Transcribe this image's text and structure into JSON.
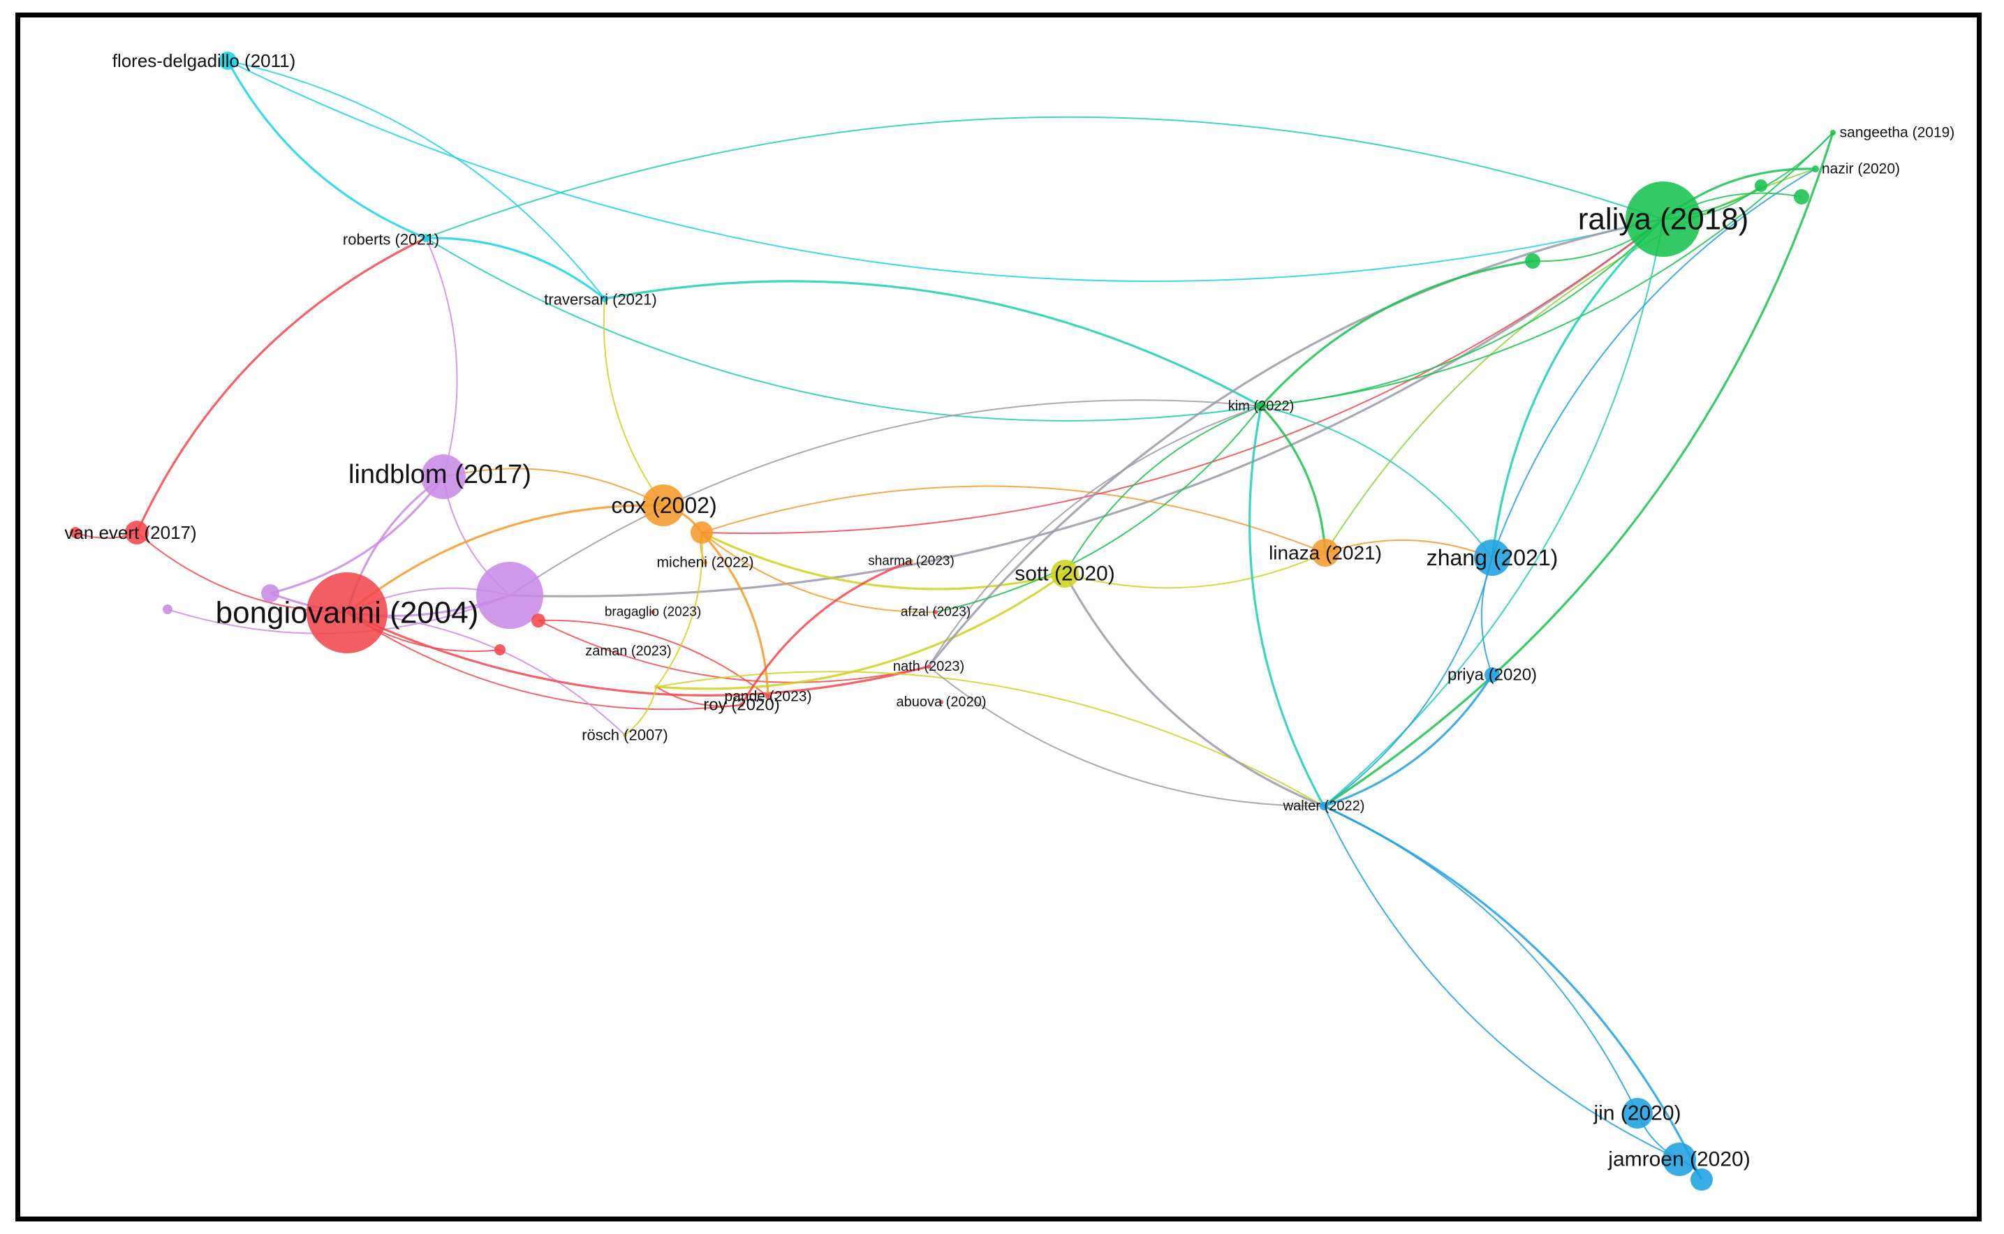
{
  "colors": {
    "red": "#f2474c",
    "purple": "#c98ae6",
    "orange": "#f59a2a",
    "yellow": "#cfd11f",
    "cyan": "#19d2e8",
    "teal": "#19cfb0",
    "green": "#17c24e",
    "blue": "#1fa0e0",
    "grey": "#9a9aa8",
    "lime": "#8fd13a"
  },
  "nodes": [
    {
      "id": "bongiovanni_2004",
      "label": "bongiovanni (2004)",
      "color": "red",
      "size": "xl"
    },
    {
      "id": "raliya_2018",
      "label": "raliya (2018)",
      "color": "green",
      "size": "l"
    },
    {
      "id": "lindblom_2017",
      "label": "lindblom (2017)",
      "color": "purple",
      "size": "m"
    },
    {
      "id": "cox_2002",
      "label": "cox (2002)",
      "color": "orange",
      "size": "m"
    },
    {
      "id": "van_evert_2017",
      "label": "van evert (2017)",
      "color": "red",
      "size": "s"
    },
    {
      "id": "flores_delgadillo_2011",
      "label": "flores-delgadillo (2011)",
      "color": "cyan",
      "size": "s"
    },
    {
      "id": "roberts_2021",
      "label": "roberts (2021)",
      "color": "cyan",
      "size": "xs"
    },
    {
      "id": "traversari_2021",
      "label": "traversari (2021)",
      "color": "cyan",
      "size": "xs"
    },
    {
      "id": "kim_2022",
      "label": "kim (2022)",
      "color": "green",
      "size": "xs"
    },
    {
      "id": "sangeetha_2019",
      "label": "sangeetha (2019)",
      "color": "green",
      "size": "xs"
    },
    {
      "id": "nazir_2020",
      "label": "nazir (2020)",
      "color": "green",
      "size": "xs"
    },
    {
      "id": "sott_2020",
      "label": "sott (2020)",
      "color": "yellow",
      "size": "s"
    },
    {
      "id": "linaza_2021",
      "label": "linaza (2021)",
      "color": "orange",
      "size": "s"
    },
    {
      "id": "zhang_2021",
      "label": "zhang (2021)",
      "color": "blue",
      "size": "m"
    },
    {
      "id": "priya_2020",
      "label": "priya (2020)",
      "color": "blue",
      "size": "xs"
    },
    {
      "id": "walter_2022",
      "label": "walter (2022)",
      "color": "blue",
      "size": "xs"
    },
    {
      "id": "jin_2020",
      "label": "jin (2020)",
      "color": "blue",
      "size": "s"
    },
    {
      "id": "jamroen_2020",
      "label": "jamroen (2020)",
      "color": "blue",
      "size": "s"
    },
    {
      "id": "micheni_2022",
      "label": "micheni (2022)",
      "color": "orange",
      "size": "xs"
    },
    {
      "id": "sharma_2023",
      "label": "sharma (2023)",
      "color": "orange",
      "size": "xs"
    },
    {
      "id": "afzal_2023",
      "label": "afzal (2023)",
      "color": "red",
      "size": "xs"
    },
    {
      "id": "bragaglio_2023",
      "label": "bragaglio (2023)",
      "color": "red",
      "size": "xs"
    },
    {
      "id": "zaman_2023",
      "label": "zaman (2023)",
      "color": "yellow",
      "size": "xs"
    },
    {
      "id": "roy_2020",
      "label": "roy (2020)",
      "color": "red",
      "size": "xs"
    },
    {
      "id": "nath_2023",
      "label": "nath (2023)",
      "color": "red",
      "size": "xs"
    },
    {
      "id": "pande_2023",
      "label": "pande (2023)",
      "color": "red",
      "size": "xs"
    },
    {
      "id": "abuova_2020",
      "label": "abuova (2020)",
      "color": "red",
      "size": "xs"
    },
    {
      "id": "rosch_2007",
      "label": "rösch (2007)",
      "color": "yellow",
      "size": "xs"
    },
    {
      "id": "purple_hub",
      "label": "",
      "color": "purple",
      "size": "m"
    },
    {
      "id": "purple_small_a",
      "label": "",
      "color": "purple",
      "size": "xs"
    },
    {
      "id": "purple_small_b",
      "label": "",
      "color": "purple",
      "size": "xs"
    },
    {
      "id": "orange_small",
      "label": "",
      "color": "orange",
      "size": "s"
    },
    {
      "id": "red_small_a",
      "label": "",
      "color": "red",
      "size": "xs"
    },
    {
      "id": "red_small_b",
      "label": "",
      "color": "red",
      "size": "xs"
    },
    {
      "id": "red_small_c",
      "label": "",
      "color": "red",
      "size": "xs"
    },
    {
      "id": "green_small_a",
      "label": "",
      "color": "green",
      "size": "xs"
    },
    {
      "id": "green_small_b",
      "label": "",
      "color": "green",
      "size": "xs"
    },
    {
      "id": "green_small_c",
      "label": "",
      "color": "green",
      "size": "xs"
    },
    {
      "id": "blue_small_end",
      "label": "",
      "color": "blue",
      "size": "xs"
    }
  ],
  "edges": [
    {
      "from": "flores_delgadillo_2011",
      "to": "roberts_2021",
      "color": "cyan"
    },
    {
      "from": "flores_delgadillo_2011",
      "to": "traversari_2021",
      "color": "cyan"
    },
    {
      "from": "flores_delgadillo_2011",
      "to": "raliya_2018",
      "color": "cyan"
    },
    {
      "from": "roberts_2021",
      "to": "traversari_2021",
      "color": "cyan"
    },
    {
      "from": "roberts_2021",
      "to": "kim_2022",
      "color": "teal"
    },
    {
      "from": "roberts_2021",
      "to": "lindblom_2017",
      "color": "purple"
    },
    {
      "from": "roberts_2021",
      "to": "van_evert_2017",
      "color": "red"
    },
    {
      "from": "roberts_2021",
      "to": "raliya_2018",
      "color": "teal"
    },
    {
      "from": "traversari_2021",
      "to": "cox_2002",
      "color": "yellow"
    },
    {
      "from": "traversari_2021",
      "to": "kim_2022",
      "color": "teal"
    },
    {
      "from": "van_evert_2017",
      "to": "bongiovanni_2004",
      "color": "red"
    },
    {
      "from": "van_evert_2017",
      "to": "red_small_a",
      "color": "red"
    },
    {
      "from": "lindblom_2017",
      "to": "bongiovanni_2004",
      "color": "purple"
    },
    {
      "from": "lindblom_2017",
      "to": "cox_2002",
      "color": "orange"
    },
    {
      "from": "lindblom_2017",
      "to": "purple_hub",
      "color": "purple"
    },
    {
      "from": "lindblom_2017",
      "to": "purple_small_a",
      "color": "purple"
    },
    {
      "from": "purple_hub",
      "to": "bongiovanni_2004",
      "color": "purple"
    },
    {
      "from": "purple_hub",
      "to": "purple_small_b",
      "color": "purple"
    },
    {
      "from": "purple_hub",
      "to": "raliya_2018",
      "color": "grey"
    },
    {
      "from": "purple_hub",
      "to": "kim_2022",
      "color": "grey"
    },
    {
      "from": "bongiovanni_2004",
      "to": "red_small_b",
      "color": "red"
    },
    {
      "from": "bongiovanni_2004",
      "to": "cox_2002",
      "color": "orange"
    },
    {
      "from": "bongiovanni_2004",
      "to": "roy_2020",
      "color": "red"
    },
    {
      "from": "bongiovanni_2004",
      "to": "rosch_2007",
      "color": "purple"
    },
    {
      "from": "bongiovanni_2004",
      "to": "nath_2023",
      "color": "red"
    },
    {
      "from": "red_small_c",
      "to": "pande_2023",
      "color": "red"
    },
    {
      "from": "red_small_c",
      "to": "nath_2023",
      "color": "red"
    },
    {
      "from": "cox_2002",
      "to": "orange_small",
      "color": "orange"
    },
    {
      "from": "orange_small",
      "to": "micheni_2022",
      "color": "orange"
    },
    {
      "from": "orange_small",
      "to": "linaza_2021",
      "color": "orange"
    },
    {
      "from": "orange_small",
      "to": "sott_2020",
      "color": "yellow"
    },
    {
      "from": "orange_small",
      "to": "zaman_2023",
      "color": "yellow"
    },
    {
      "from": "orange_small",
      "to": "afzal_2023",
      "color": "orange"
    },
    {
      "from": "orange_small",
      "to": "pande_2023",
      "color": "orange"
    },
    {
      "from": "orange_small",
      "to": "raliya_2018",
      "color": "red"
    },
    {
      "from": "zaman_2023",
      "to": "walter_2022",
      "color": "yellow"
    },
    {
      "from": "zaman_2023",
      "to": "sott_2020",
      "color": "yellow"
    },
    {
      "from": "zaman_2023",
      "to": "rosch_2007",
      "color": "yellow"
    },
    {
      "from": "zaman_2023",
      "to": "roy_2020",
      "color": "red"
    },
    {
      "from": "roy_2020",
      "to": "sharma_2023",
      "color": "red"
    },
    {
      "from": "sott_2020",
      "to": "linaza_2021",
      "color": "yellow"
    },
    {
      "from": "sott_2020",
      "to": "kim_2022",
      "color": "green"
    },
    {
      "from": "sott_2020",
      "to": "walter_2022",
      "color": "grey"
    },
    {
      "from": "nath_2023",
      "to": "kim_2022",
      "color": "grey"
    },
    {
      "from": "nath_2023",
      "to": "walter_2022",
      "color": "grey"
    },
    {
      "from": "nath_2023",
      "to": "raliya_2018",
      "color": "grey"
    },
    {
      "from": "afzal_2023",
      "to": "kim_2022",
      "color": "green"
    },
    {
      "from": "linaza_2021",
      "to": "zhang_2021",
      "color": "orange"
    },
    {
      "from": "linaza_2021",
      "to": "kim_2022",
      "color": "green"
    },
    {
      "from": "linaza_2021",
      "to": "nazir_2020",
      "color": "lime"
    },
    {
      "from": "kim_2022",
      "to": "raliya_2018",
      "color": "green"
    },
    {
      "from": "kim_2022",
      "to": "green_small_a",
      "color": "green"
    },
    {
      "from": "kim_2022",
      "to": "sangeetha_2019",
      "color": "green"
    },
    {
      "from": "kim_2022",
      "to": "zhang_2021",
      "color": "teal"
    },
    {
      "from": "kim_2022",
      "to": "walter_2022",
      "color": "teal"
    },
    {
      "from": "raliya_2018",
      "to": "green_small_a",
      "color": "green"
    },
    {
      "from": "raliya_2018",
      "to": "sangeetha_2019",
      "color": "green"
    },
    {
      "from": "raliya_2018",
      "to": "nazir_2020",
      "color": "green"
    },
    {
      "from": "raliya_2018",
      "to": "green_small_b",
      "color": "green"
    },
    {
      "from": "raliya_2018",
      "to": "green_small_c",
      "color": "green"
    },
    {
      "from": "raliya_2018",
      "to": "zhang_2021",
      "color": "teal"
    },
    {
      "from": "raliya_2018",
      "to": "walter_2022",
      "color": "teal"
    },
    {
      "from": "nazir_2020",
      "to": "zhang_2021",
      "color": "blue"
    },
    {
      "from": "sangeetha_2019",
      "to": "walter_2022",
      "color": "green"
    },
    {
      "from": "zhang_2021",
      "to": "priya_2020",
      "color": "blue"
    },
    {
      "from": "zhang_2021",
      "to": "walter_2022",
      "color": "blue"
    },
    {
      "from": "walter_2022",
      "to": "priya_2020",
      "color": "blue"
    },
    {
      "from": "walter_2022",
      "to": "jin_2020",
      "color": "blue"
    },
    {
      "from": "walter_2022",
      "to": "jamroen_2020",
      "color": "blue"
    },
    {
      "from": "walter_2022",
      "to": "blue_small_end",
      "color": "blue"
    },
    {
      "from": "jin_2020",
      "to": "jamroen_2020",
      "color": "blue"
    },
    {
      "from": "jamroen_2020",
      "to": "blue_small_end",
      "color": "blue"
    },
    {
      "from": "purple_small_a",
      "to": "purple_hub",
      "color": "purple"
    }
  ]
}
